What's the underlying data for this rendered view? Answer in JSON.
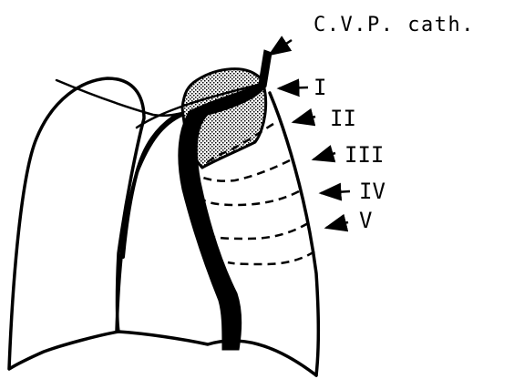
{
  "labels": {
    "catheter": "C.V.P. cath.",
    "level_1": "I",
    "level_2": "II",
    "level_3": "III",
    "level_4": "IV",
    "level_5": "V"
  },
  "colors": {
    "ink": "#000000",
    "background": "#ffffff"
  }
}
